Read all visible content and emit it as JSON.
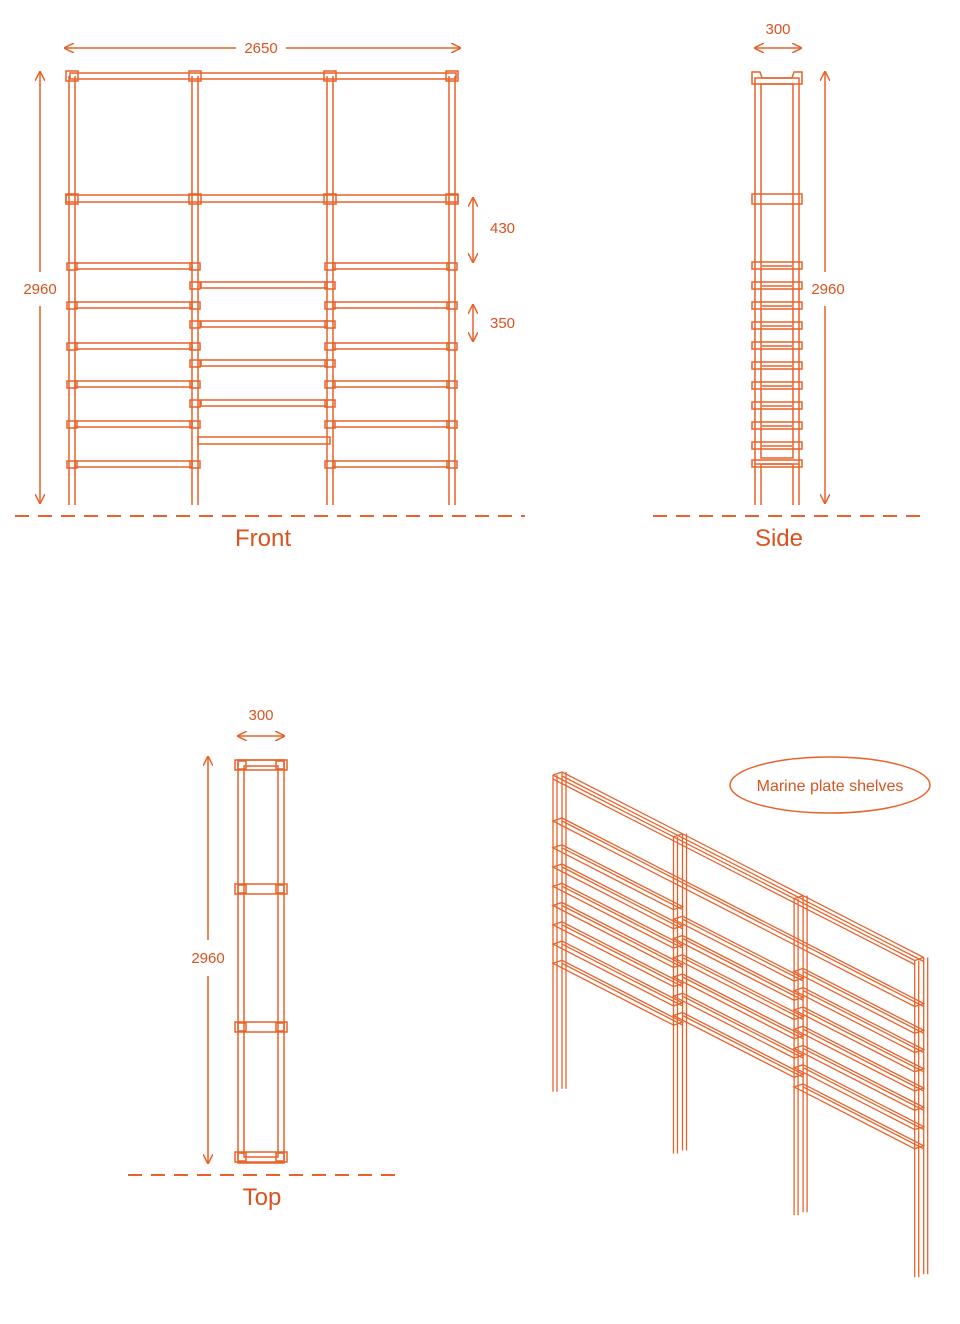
{
  "colors": {
    "stroke": "#e8622a",
    "text": "#d9531e",
    "background": "#ffffff"
  },
  "views": {
    "front": {
      "label": "Front",
      "width_dim": "2650",
      "height_dim": "2960",
      "upper_gap_dim": "430",
      "lower_gap_dim": "350"
    },
    "side": {
      "label": "Side",
      "depth_dim": "300",
      "height_dim": "2960"
    },
    "top": {
      "label": "Top",
      "depth_dim": "300",
      "length_dim": "2960"
    },
    "iso": {
      "callout": "Marine plate shelves"
    }
  }
}
